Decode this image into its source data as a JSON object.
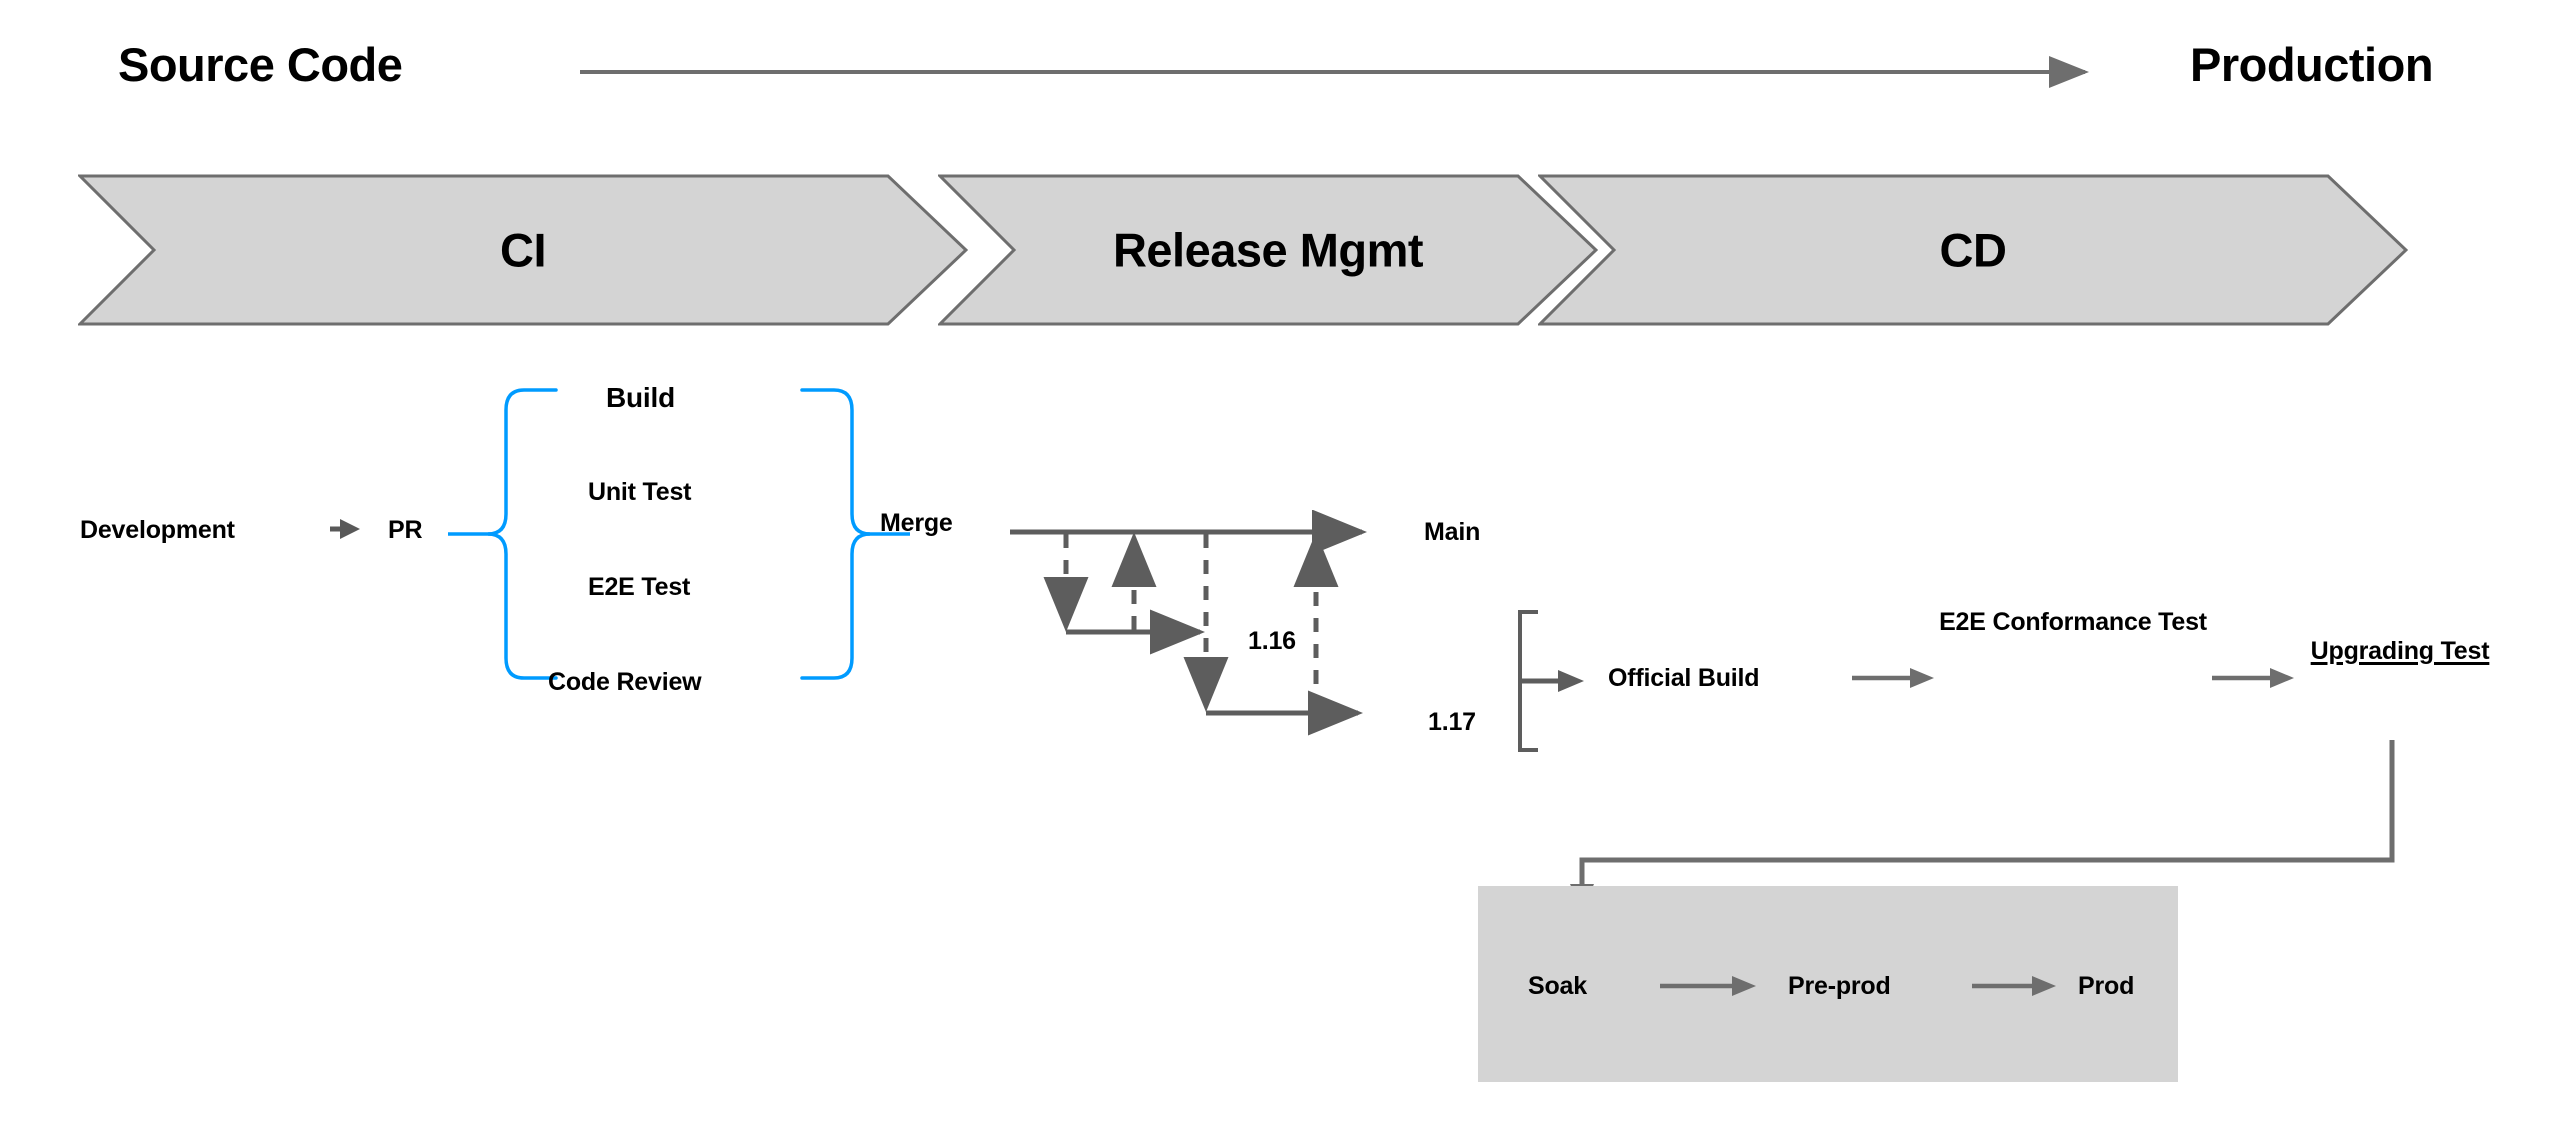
{
  "diagram": {
    "title_left": "Source Code",
    "title_right": "Production",
    "flow_arrow": "left-to-right-arrow",
    "phases": [
      {
        "id": "ci",
        "label": "CI"
      },
      {
        "id": "release-mgmt",
        "label": "Release Mgmt"
      },
      {
        "id": "cd",
        "label": "CD"
      }
    ],
    "ci_flow": {
      "start": "Development",
      "pr": "PR",
      "checks": [
        "Build",
        "Unit Test",
        "E2E Test",
        "Code Review"
      ],
      "merge": "Merge"
    },
    "branches": {
      "main": "Main",
      "release_116": "1.16",
      "release_117": "1.17"
    },
    "release_flow": {
      "official_build": "Official Build",
      "conformance_test": "E2E Conformance Test",
      "upgrading_test": "Upgrading Test"
    },
    "cd_flow": {
      "stages": [
        "Soak",
        "Pre-prod",
        "Prod"
      ]
    },
    "colors": {
      "chevron_fill": "#d4d4d4",
      "chevron_stroke": "#6e6e6e",
      "connector": "#6e6e6e",
      "brace_blue": "#009bff",
      "stage_box_fill": "#d4d4d4",
      "text": "#000000"
    }
  }
}
